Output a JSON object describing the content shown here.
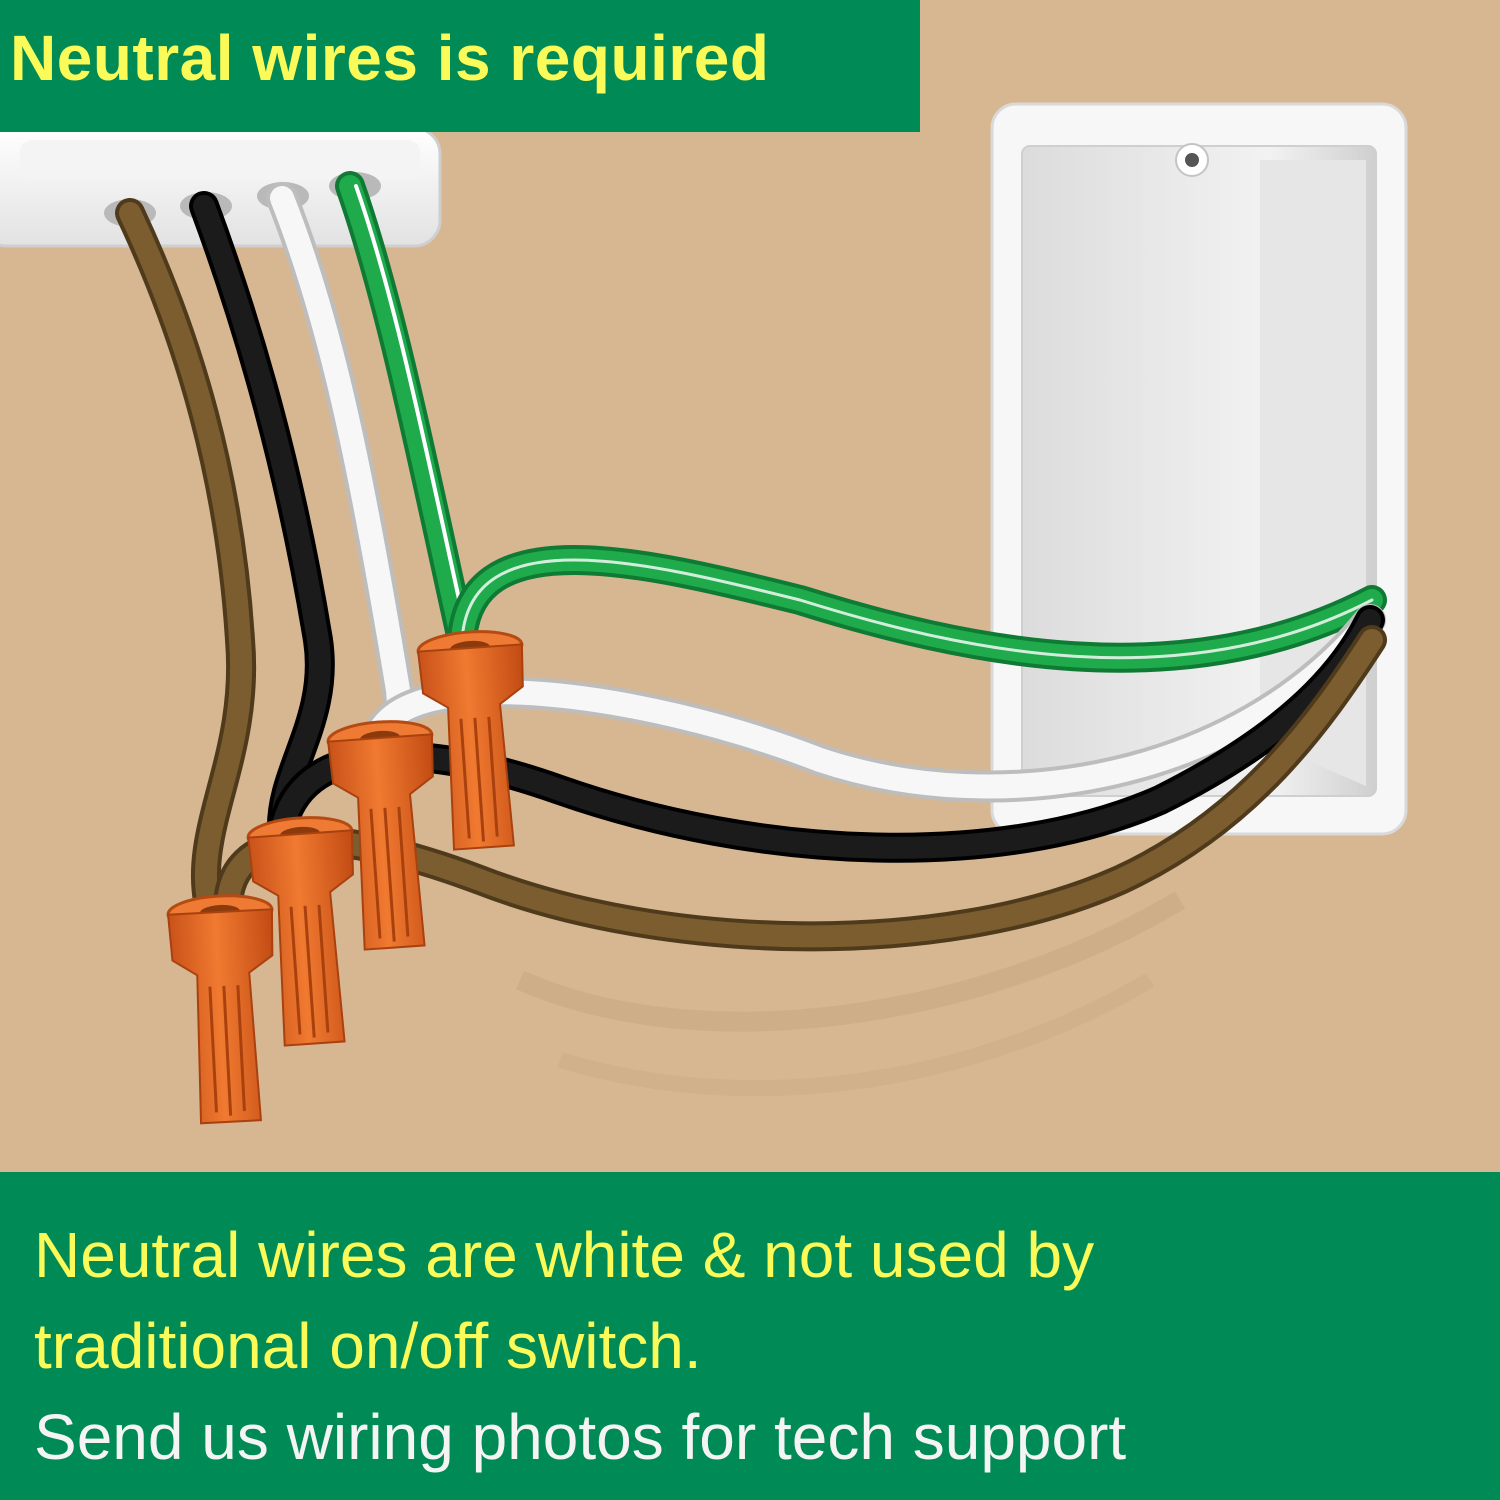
{
  "header": {
    "title": "Neutral wires is required"
  },
  "footer": {
    "line1": "Neutral wires are white & not used by",
    "line2": "traditional on/off switch.",
    "line3": "Send us wiring photos for tech support"
  },
  "colors": {
    "banner": "#008a55",
    "highlight_text": "#fafa58",
    "body_text": "#f4f4f4",
    "wall": "#d6b792",
    "wire_brown": "#7a5a2e",
    "wire_black": "#111111",
    "wire_white": "#f5f5f5",
    "wire_green": "#1aa84a",
    "wire_nut": "#e0661f"
  }
}
